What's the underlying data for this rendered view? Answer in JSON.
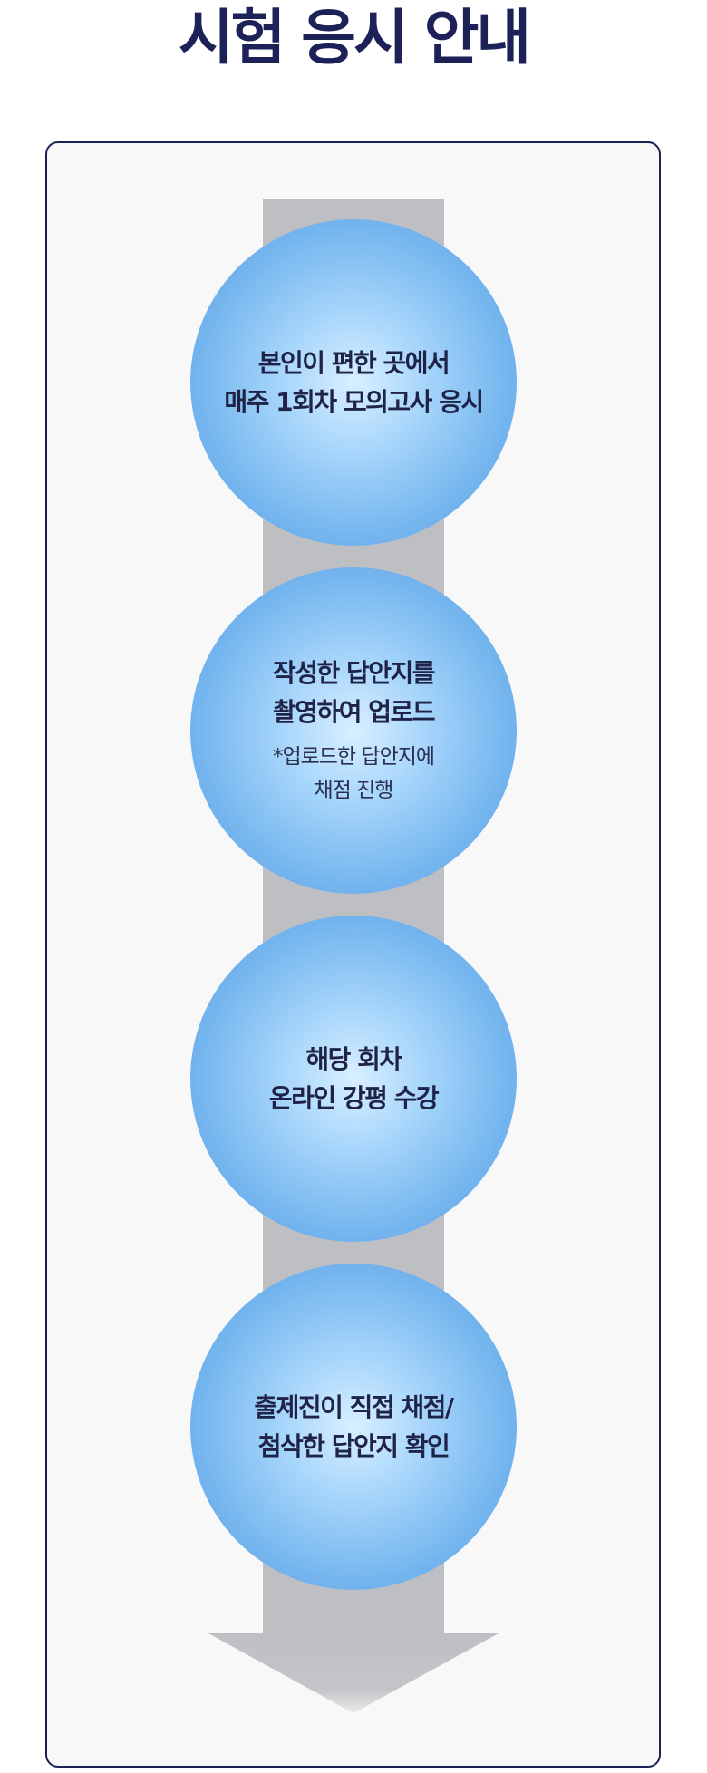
{
  "title": "시험 응시 안내",
  "steps": [
    {
      "lines": [
        "본인이 편한 곳에서",
        "매주 1회차 모의고사 응시"
      ]
    },
    {
      "lines": [
        "작성한 답안지를",
        "촬영하여 업로드"
      ],
      "note_lines": [
        "*업로드한 답안지에",
        "채점 진행"
      ]
    },
    {
      "lines": [
        "해당 회차",
        "온라인 강평 수강"
      ]
    },
    {
      "lines": [
        "출제진이 직접 채점/",
        "첨삭한 답안지 확인"
      ]
    }
  ],
  "colors": {
    "title": "#1c2157",
    "panel_border": "#1c2157",
    "panel_background": "#f8f8f8",
    "arrow": "#bebfc3",
    "circle_center": "#d8efff",
    "circle_edge": "#4f98e6",
    "step_text": "#1f2347"
  },
  "icons": {
    "flow_arrow": "down-arrow-icon"
  }
}
